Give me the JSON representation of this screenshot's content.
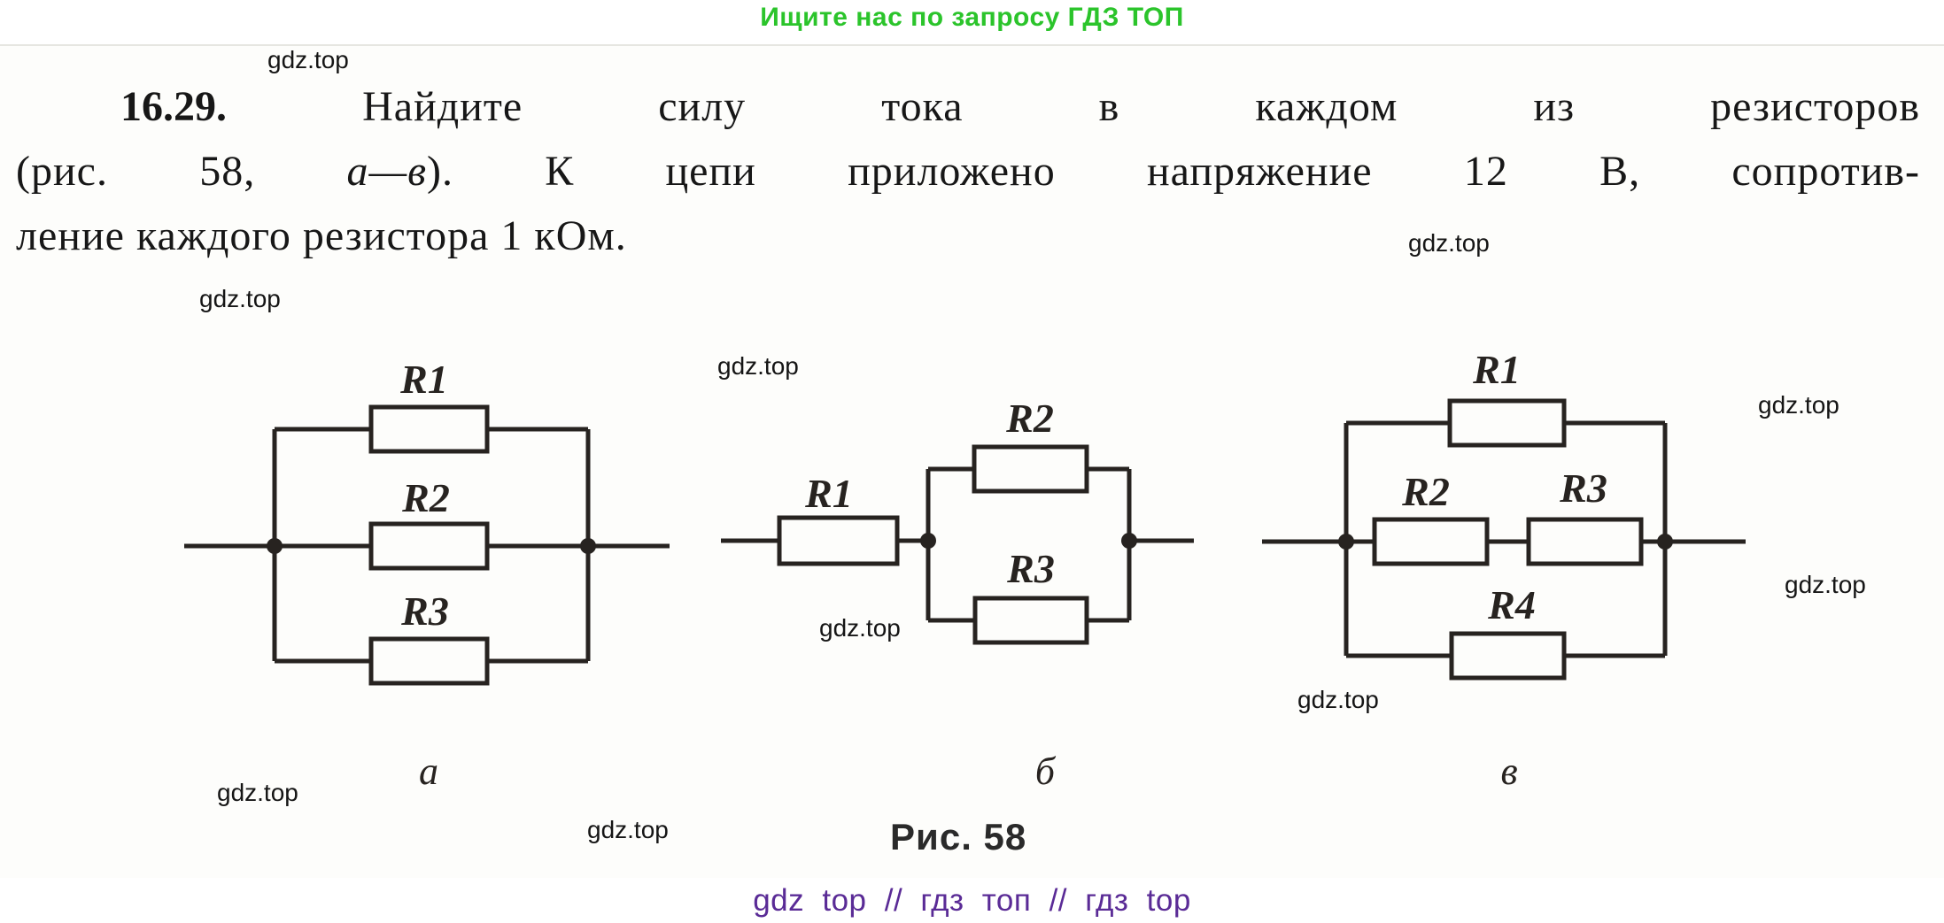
{
  "header": {
    "text": "Ищите нас по запросу ГДЗ ТОП",
    "color": "#2bc42b"
  },
  "watermark": {
    "text": "gdz.top"
  },
  "problem": {
    "number": "16.29.",
    "line1": "Найдите силу тока в каждом из резисторов",
    "line2_start": "(рис. 58,",
    "line2_range": "а—в",
    "line2_end": "). К цепи приложено напряжение 12 В, сопротив-",
    "line3": "ление каждого резистора 1 кОм."
  },
  "figure": {
    "caption": "Рис. 58",
    "circuits": [
      {
        "label": "а",
        "resistors": [
          "R1",
          "R2",
          "R3"
        ],
        "topology": "R1, R2 and R3 connected in parallel"
      },
      {
        "label": "б",
        "resistors": [
          "R1",
          "R2",
          "R3"
        ],
        "topology": "R1 in series with parallel pair R2 and R3"
      },
      {
        "label": "в",
        "resistors": [
          "R1",
          "R2",
          "R3",
          "R4"
        ],
        "topology": "three parallel branches: R1; R2 in series with R3; R4"
      }
    ]
  },
  "footer": {
    "text": "gdz top // гдз топ // гдз top",
    "color": "#5a2b96"
  }
}
